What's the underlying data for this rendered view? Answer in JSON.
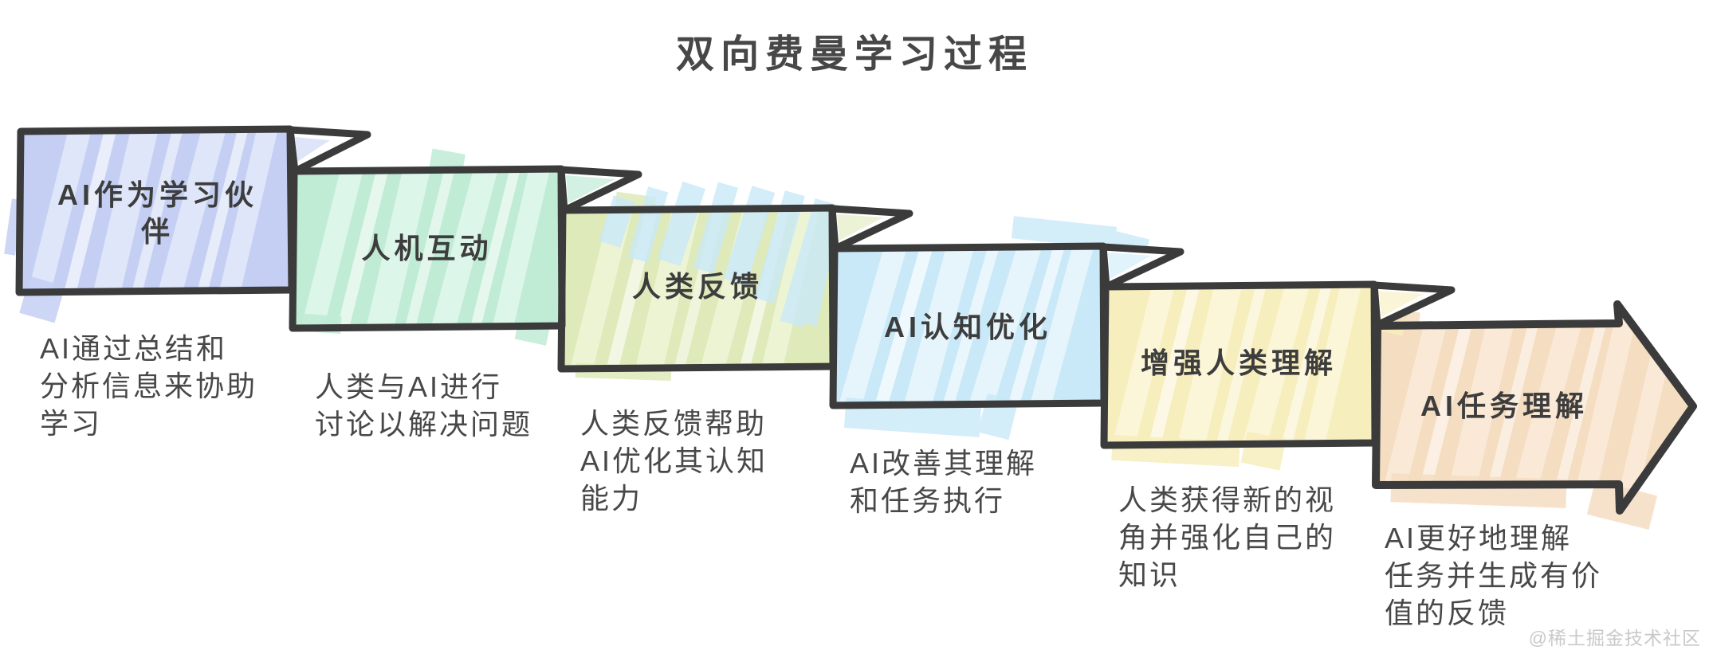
{
  "title": "双向费曼学习过程",
  "watermark": "@稀土掘金技术社区",
  "colors": {
    "background": "#ffffff",
    "ink": "#3b3b3b",
    "title_text": "#474747",
    "label_text": "#3d3d3d",
    "desc_text": "#484848",
    "watermark_text": "#c9c9c9"
  },
  "steps": [
    {
      "label": "AI作为学习伙伴",
      "label_lines": [
        "AI作为学习伙",
        "伴"
      ],
      "description": "AI通过总结和分析信息来协助学习",
      "desc_lines": [
        "AI通过总结和",
        "分析信息来协助",
        "学习"
      ],
      "shape": "box",
      "fill": "#c4cff3",
      "streak": "#dfe6fa"
    },
    {
      "label": "人机互动",
      "label_lines": [
        "人机互动"
      ],
      "description": "人类与AI进行讨论以解决问题",
      "desc_lines": [
        "人类与AI进行",
        "讨论以解决问题"
      ],
      "shape": "box",
      "fill": "#c0ebd5",
      "streak": "#ddf6ea"
    },
    {
      "label": "人类反馈",
      "label_lines": [
        "人类反馈"
      ],
      "description": "人类反馈帮助AI优化其认知能力",
      "desc_lines": [
        "人类反馈帮助",
        "AI优化其认知",
        "能力"
      ],
      "shape": "box",
      "fill": "#dfeaba",
      "streak": "#edf4d4"
    },
    {
      "label": "AI认知优化",
      "label_lines": [
        "AI认知优化"
      ],
      "description": "AI改善其理解和任务执行",
      "desc_lines": [
        "AI改善其理解",
        "和任务执行"
      ],
      "shape": "box",
      "fill": "#c9e9f8",
      "streak": "#e6f5fc"
    },
    {
      "label": "增强人类理解",
      "label_lines": [
        "增强人类理解"
      ],
      "description": "人类获得新的视角并强化自己的知识",
      "desc_lines": [
        "人类获得新的视",
        "角并强化自己的",
        "知识"
      ],
      "shape": "box",
      "fill": "#f7eebd",
      "streak": "#fcf6d8"
    },
    {
      "label": "AI任务理解",
      "label_lines": [
        "AI任务理解"
      ],
      "description": "AI更好地理解任务并生成有价值的反馈",
      "desc_lines": [
        "AI更好地理解",
        "任务并生成有价",
        "值的反馈"
      ],
      "shape": "arrow",
      "fill": "#f5ddc1",
      "streak": "#fae9d6"
    }
  ]
}
